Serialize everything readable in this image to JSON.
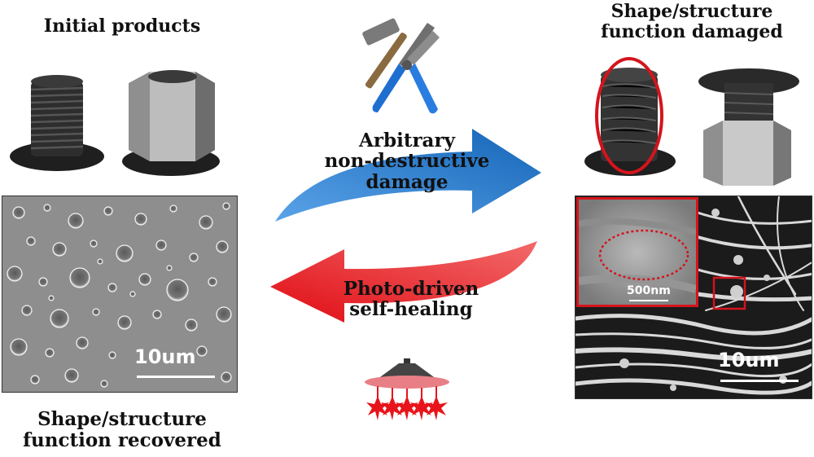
{
  "left": {
    "top_label": "Initial products",
    "bottom_label_line1": "Shape/structure",
    "bottom_label_line2": "function recovered",
    "scale_label": "10um"
  },
  "right": {
    "top_label_line1": "Shape/structure",
    "top_label_line2": "function damaged",
    "scale_label": "10um",
    "inset_scale_label": "500nm"
  },
  "center": {
    "damage_line1": "Arbitrary",
    "damage_line2": "non-destructive",
    "damage_line3": "damage",
    "heal_line1": "Photo-driven",
    "heal_line2": "self-healing"
  },
  "colors": {
    "damage_arrow": "#1c6fc0",
    "heal_arrow": "#e8141b",
    "highlight": "#d4141c",
    "bolt_dark": "#2a2a2a",
    "nut_metal": "#9a9a9a"
  },
  "icons": {
    "tools": "hammer-pliers-icon",
    "lamp": "light-lamp-icon"
  }
}
